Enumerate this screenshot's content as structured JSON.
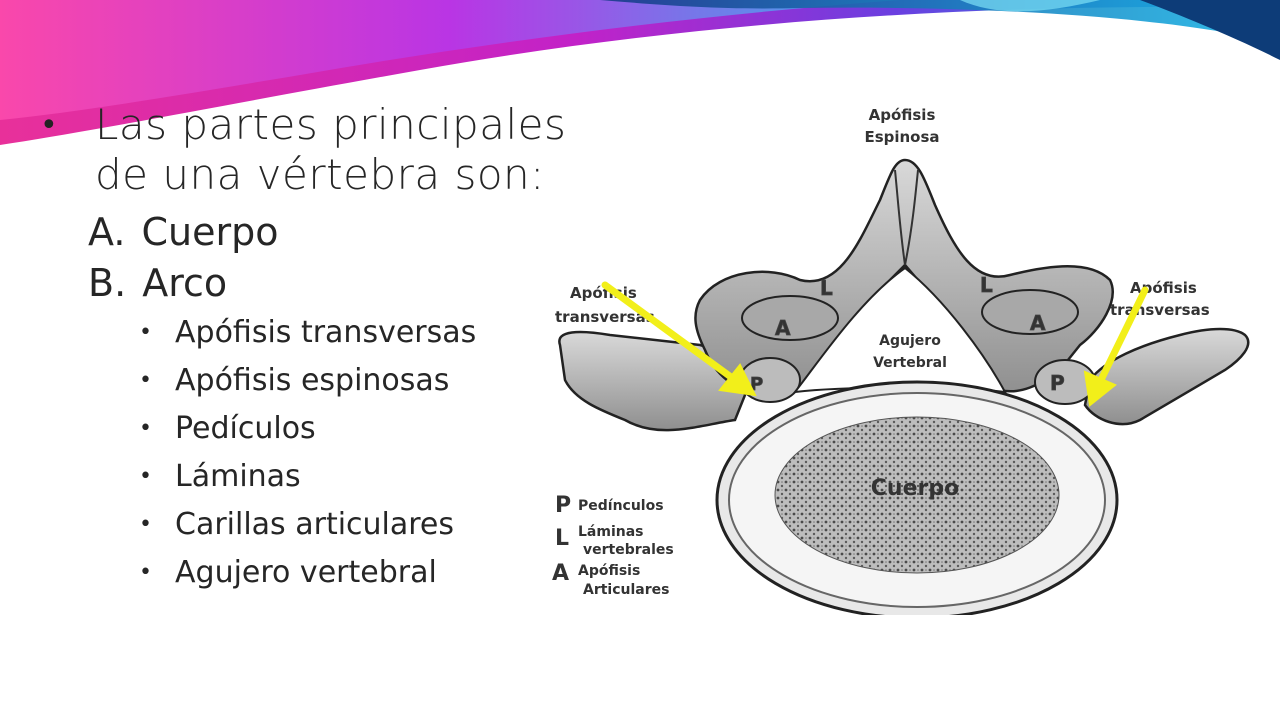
{
  "slide": {
    "title_line1": "Las partes principales",
    "title_line2": "de una vértebra son:",
    "items": [
      {
        "marker": "A.",
        "label": "Cuerpo"
      },
      {
        "marker": "B.",
        "label": "Arco"
      }
    ],
    "sub_items": [
      "Apófisis transversas",
      "Apófisis espinosas",
      "Pedículos",
      "Láminas",
      "Carillas articulares",
      "Agujero vertebral"
    ]
  },
  "diagram": {
    "spinous_label_1": "Apófisis",
    "spinous_label_2": "Espinosa",
    "left_transverse_1": "Apófisis",
    "left_transverse_2": "transversas",
    "right_transverse_1": "Apófisis",
    "right_transverse_2": "transversas",
    "foramen_1": "Agujero",
    "foramen_2": "Vertebral",
    "body_label": "Cuerpo",
    "letter_L": "L",
    "letter_A": "A",
    "letter_P": "P",
    "legend_P": "Pedínculos",
    "legend_L1": "Láminas",
    "legend_L2": "vertebrales",
    "legend_A1": "Apófisis",
    "legend_A2": "Articulares",
    "arrow_color": "#f2ef1a"
  },
  "colors": {
    "banner_magenta": "#e01ea0",
    "banner_violet": "#8a2be2",
    "banner_blue": "#1a7fd4",
    "banner_cyan": "#18c8e8"
  }
}
